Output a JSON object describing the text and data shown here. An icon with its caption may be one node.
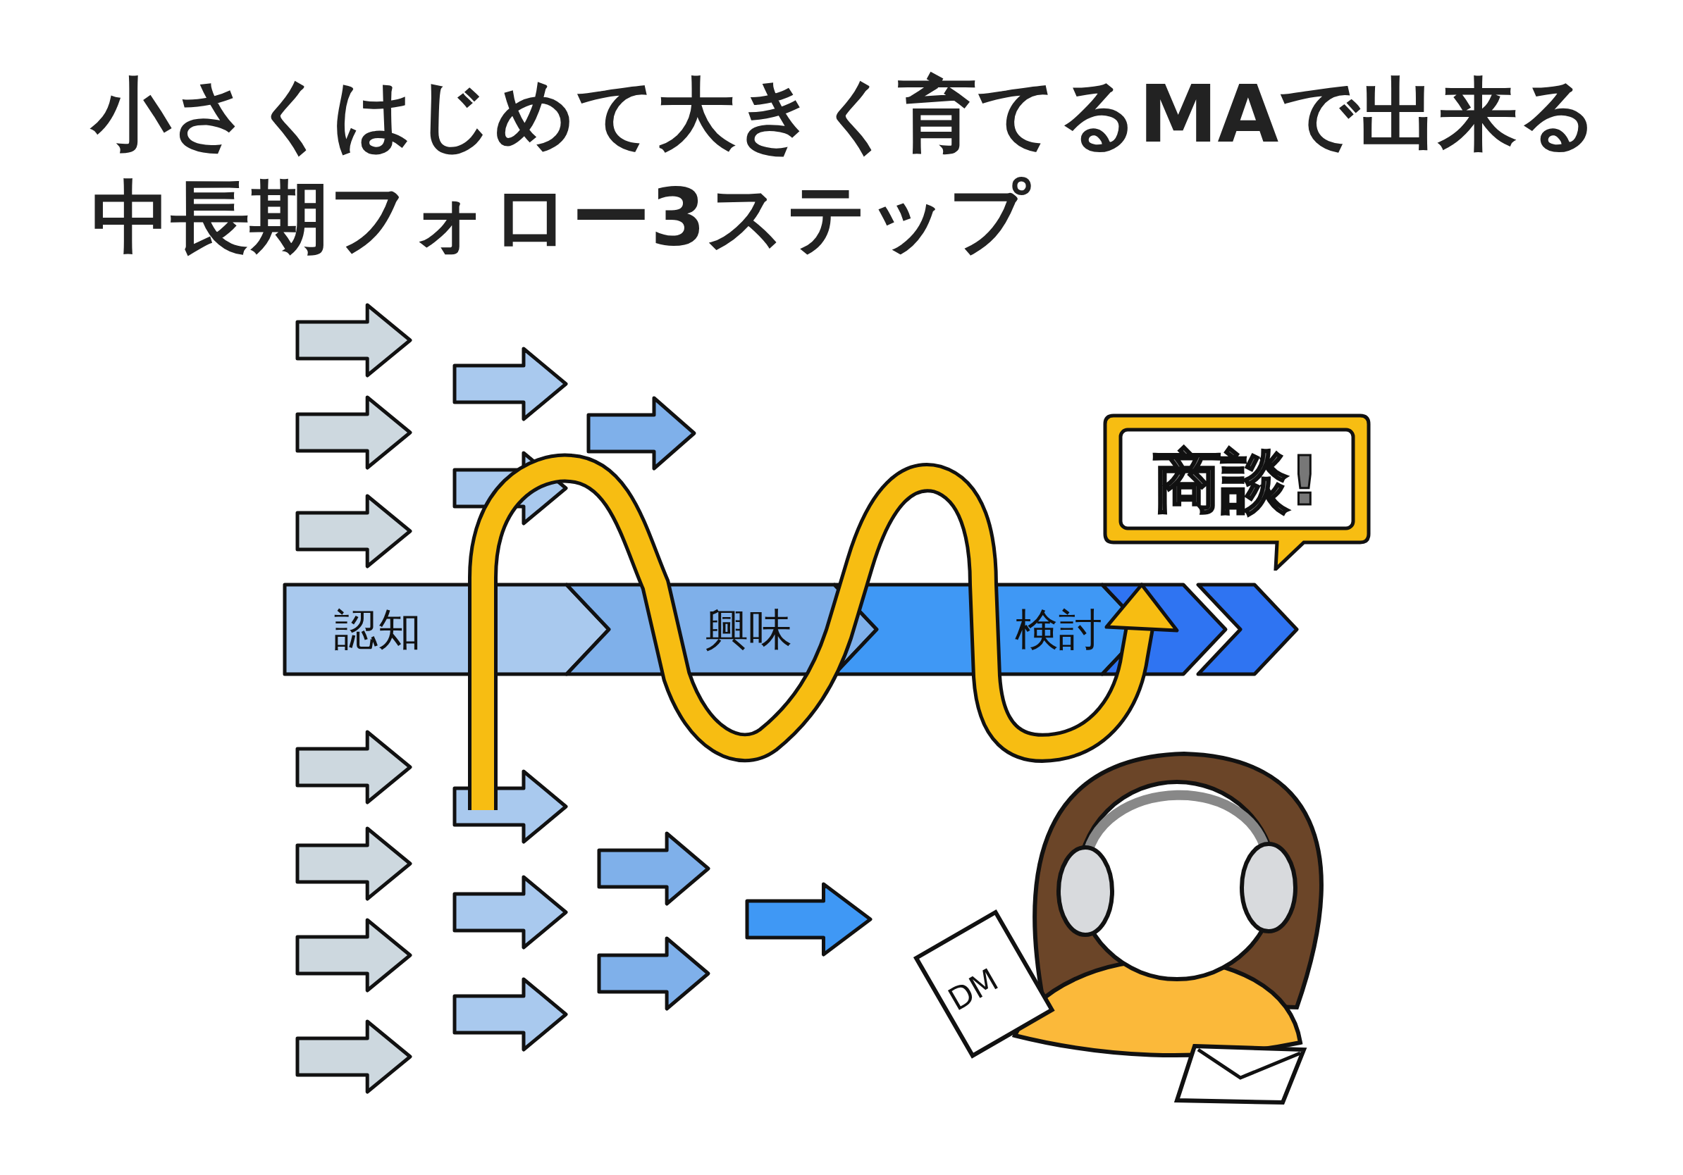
{
  "diagram": {
    "title": "小さくはじめて大きく育てるMAで出来る中長期フォロー3ステップ",
    "nodes": [
      {
        "text": [
          "商談!"
        ]
      }
    ],
    "labels": [
      "認知",
      "興味",
      "検討",
      "DM"
    ]
  }
}
